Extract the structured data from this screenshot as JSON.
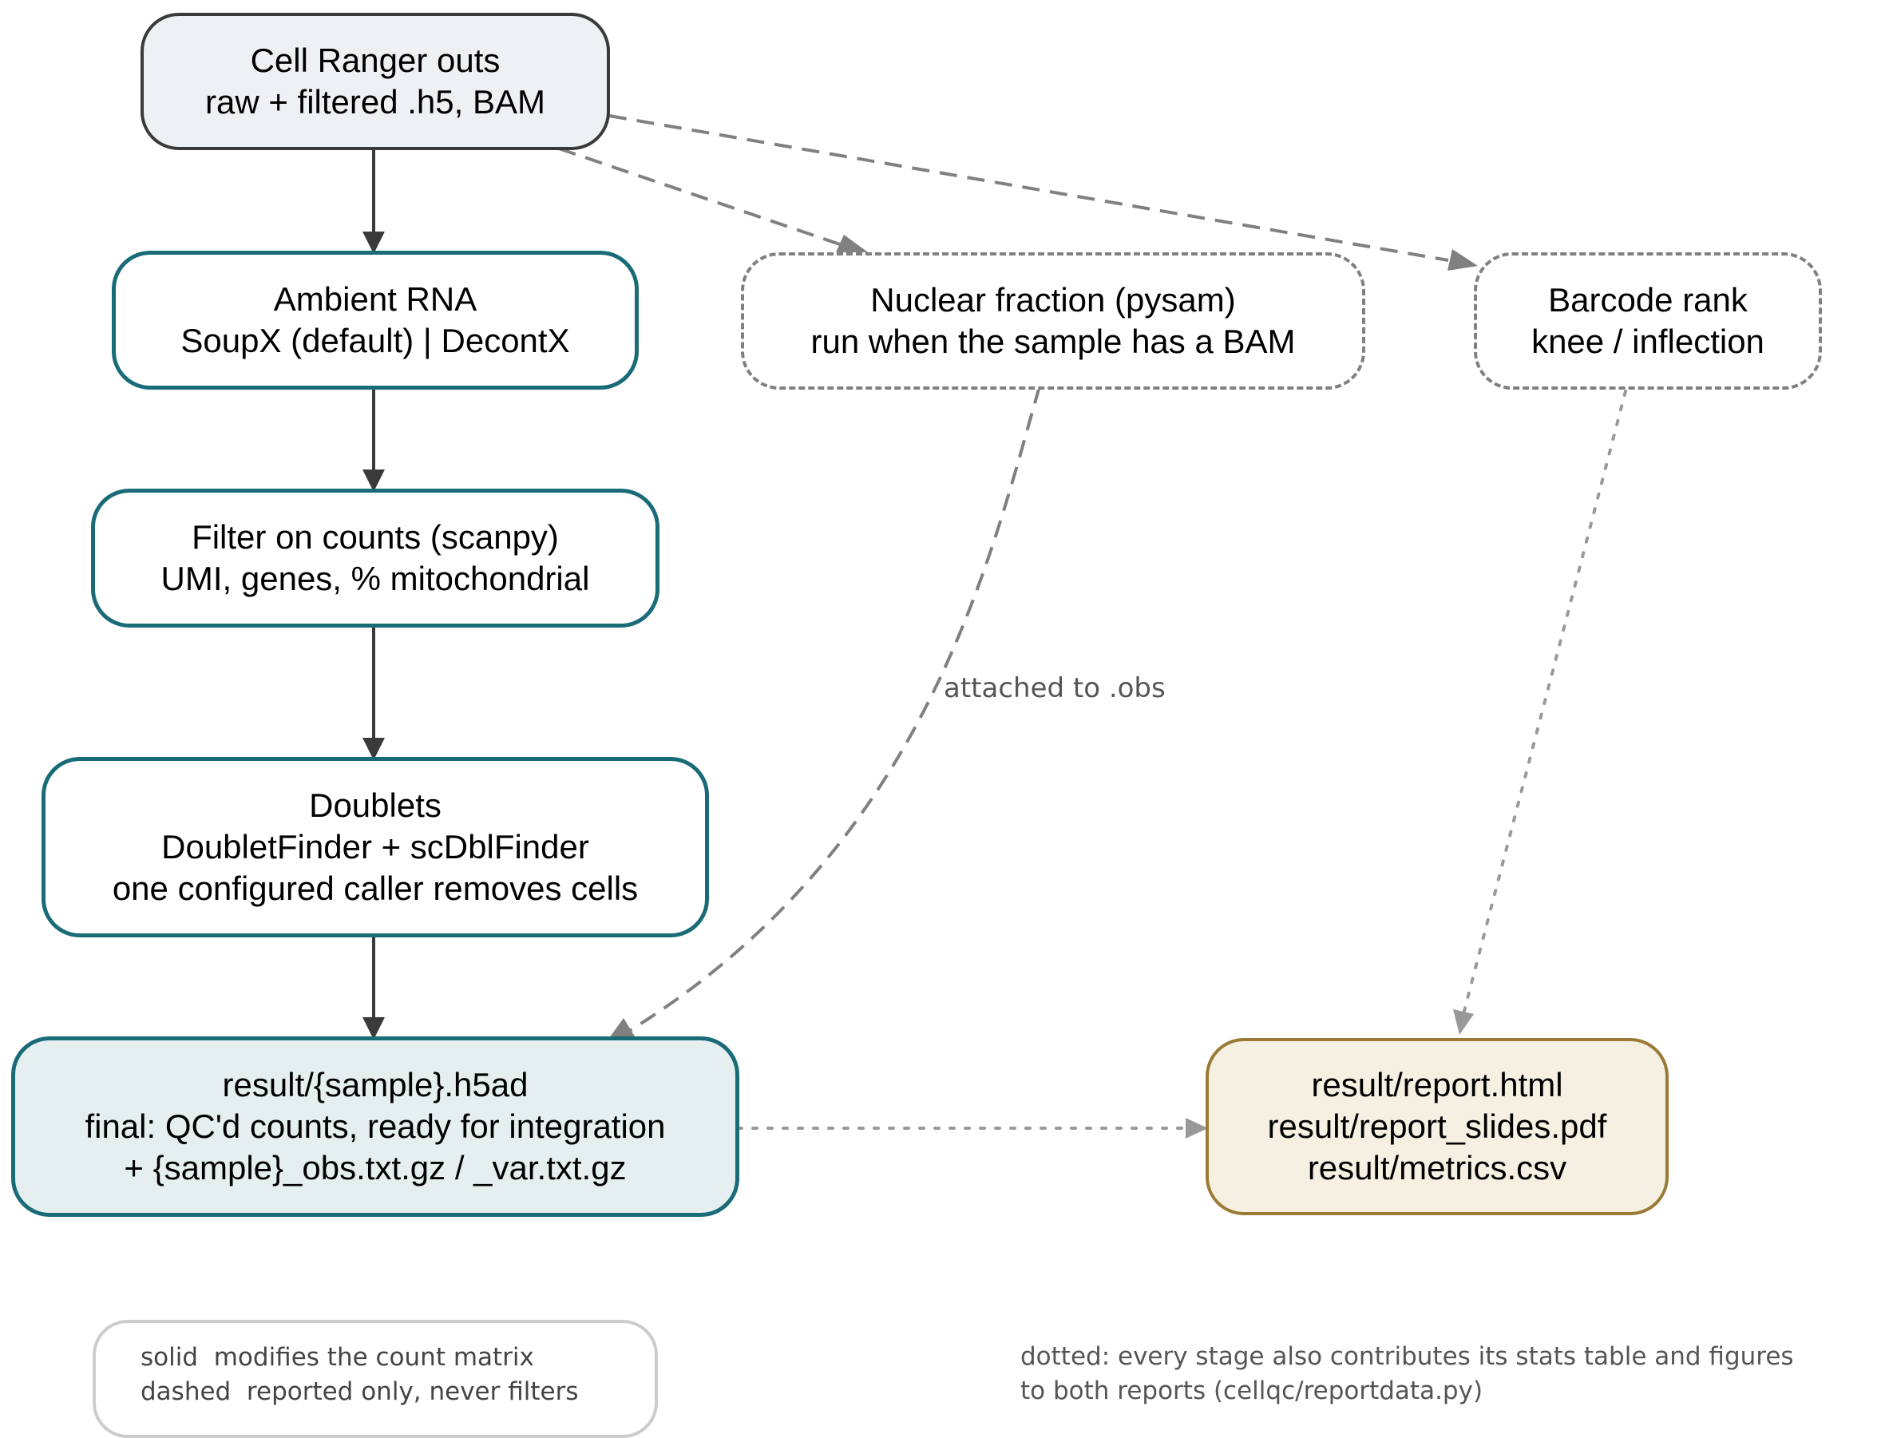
{
  "nodes": {
    "cellranger": {
      "lines": [
        "Cell Ranger outs",
        "raw + filtered .h5, BAM"
      ]
    },
    "ambient": {
      "lines": [
        "Ambient RNA",
        "SoupX (default) | DecontX"
      ]
    },
    "filter": {
      "lines": [
        "Filter on counts (scanpy)",
        "UMI, genes, % mitochondrial"
      ]
    },
    "doublets": {
      "lines": [
        "Doublets",
        "DoubletFinder + scDblFinder",
        "one configured caller removes cells"
      ]
    },
    "final": {
      "lines": [
        "result/{sample}.h5ad",
        "final: QC'd counts, ready for integration",
        "+ {sample}_obs.txt.gz / _var.txt.gz"
      ]
    },
    "nuclear": {
      "lines": [
        "Nuclear fraction (pysam)",
        "run when the sample has a BAM"
      ]
    },
    "barcode": {
      "lines": [
        "Barcode rank",
        "knee / inflection"
      ]
    },
    "report": {
      "lines": [
        "result/report.html",
        "result/report_slides.pdf",
        "result/metrics.csv"
      ]
    }
  },
  "edge_labels": {
    "nuclear_to_final": "attached to .obs"
  },
  "legend": {
    "solid": "solid  modifies the count matrix",
    "dashed": "dashed  reported only, never filters"
  },
  "note": {
    "line1": "dotted: every stage also contributes its stats table and figures",
    "line2": "to both reports (cellqc/reportdata.py)"
  },
  "colors": {
    "solid_edge": "#3a3a3a",
    "dashed_edge": "#808080",
    "dotted_edge": "#999999",
    "step_border": "#1a6b78",
    "report_border": "#9a7a35"
  }
}
